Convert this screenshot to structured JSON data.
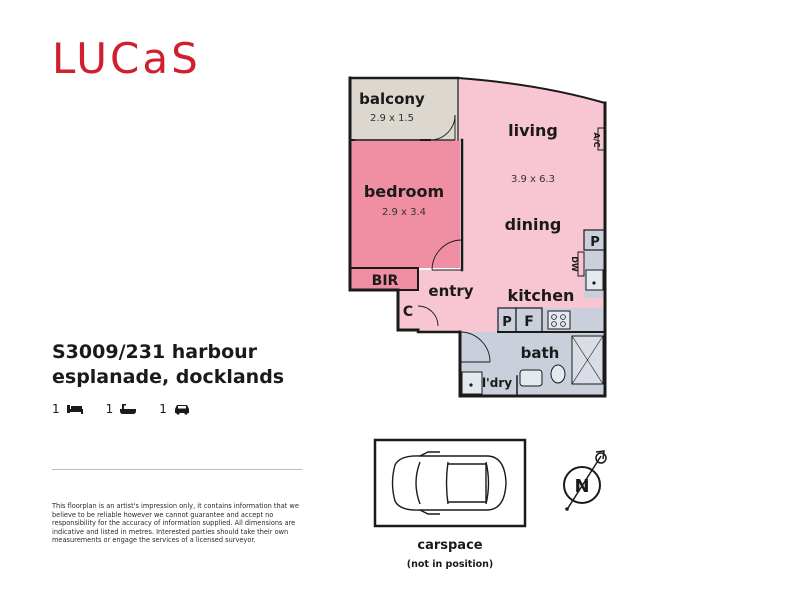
{
  "brand": {
    "name": "LUCaS"
  },
  "property": {
    "address_line1": "S3009/231 harbour",
    "address_line2": "esplanade, docklands",
    "bedrooms": "1",
    "bathrooms": "1",
    "carspaces": "1"
  },
  "disclaimer": "This floorplan is an artist's impression only, it contains information that we believe to be reliable however we cannot guarantee and accept no responsibility for the accuracy of information supplied. All dimensions are indicative and listed in metres. Interested parties should take their own measurements or engage the services of a licensed surveyor.",
  "rooms": {
    "balcony": {
      "label": "balcony",
      "dims": "2.9 x 1.5"
    },
    "living": {
      "label": "living",
      "dims": "3.9 x 6.3"
    },
    "bedroom": {
      "label": "bedroom",
      "dims": "2.9 x 3.4"
    },
    "dining": {
      "label": "dining"
    },
    "kitchen": {
      "label": "kitchen"
    },
    "entry": {
      "label": "entry"
    },
    "bath": {
      "label": "bath"
    },
    "laundry": {
      "label": "l'dry"
    },
    "bir": {
      "label": "BIR"
    },
    "cupboard": {
      "label": "C"
    },
    "pantry_kitchen": {
      "label": "P"
    },
    "pantry_entry": {
      "label": "P"
    },
    "fridge": {
      "label": "F"
    },
    "ac": {
      "label": "A/C"
    },
    "dw": {
      "label": "DW"
    }
  },
  "carspace": {
    "label": "carspace",
    "note": "(not in position)"
  },
  "compass": {
    "label": "N"
  },
  "colors": {
    "brand": "#d0202f",
    "living": "#f7c6d2",
    "bedroom": "#f08fa3",
    "balcony": "#dcd8cf",
    "wet_areas": "#c9d0dc",
    "wall": "#1a1a1a"
  },
  "icons": [
    "bed-icon",
    "bath-icon",
    "car-icon",
    "compass-icon",
    "car-outline-icon"
  ]
}
